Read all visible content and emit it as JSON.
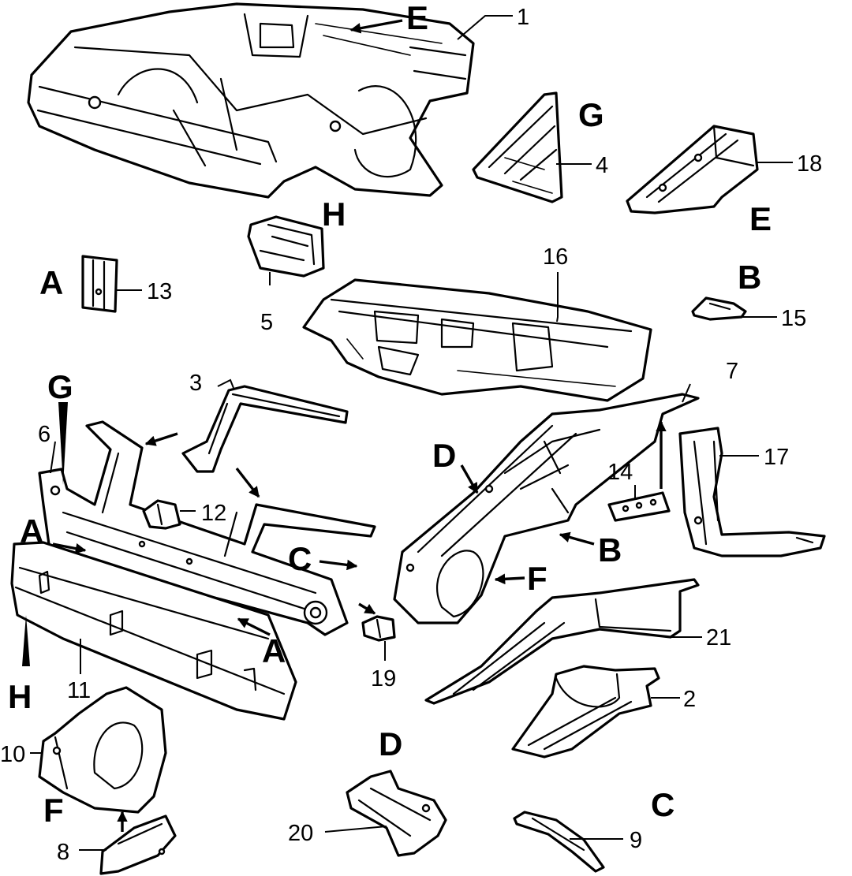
{
  "callouts": {
    "c1": "1",
    "c2": "2",
    "c3": "3",
    "c4": "4",
    "c5": "5",
    "c6": "6",
    "c7": "7",
    "c8": "8",
    "c9": "9",
    "c10": "10",
    "c11": "11",
    "c12": "12",
    "c13": "13",
    "c14": "14",
    "c15": "15",
    "c16": "16",
    "c17": "17",
    "c18": "18",
    "c19": "19",
    "c20": "20",
    "c21": "21"
  },
  "refs": {
    "E_top": "E",
    "E_right": "E",
    "G_top": "G",
    "G_left": "G",
    "H_top": "H",
    "H_left": "H",
    "A_left": "A",
    "A_mid": "A",
    "A_bottom": "A",
    "B_top": "B",
    "B_mid": "B",
    "C_mid": "C",
    "C_bottom": "C",
    "D_mid": "D",
    "D_bottom": "D",
    "F_mid": "F",
    "F_left": "F"
  }
}
